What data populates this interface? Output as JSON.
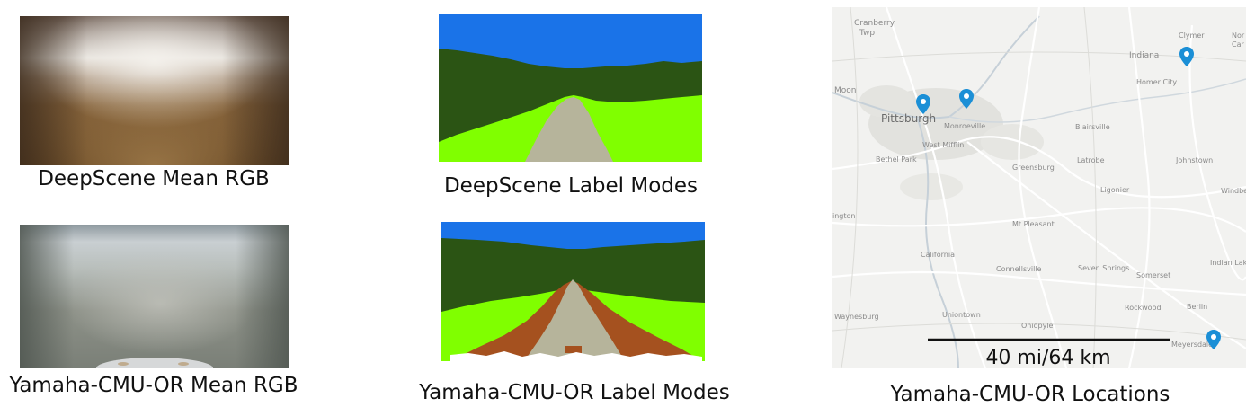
{
  "captions": {
    "deepscene_mean_rgb": "DeepScene Mean RGB",
    "deepscene_label_modes": "DeepScene Label Modes",
    "yamaha_mean_rgb": "Yamaha-CMU-OR Mean RGB",
    "yamaha_label_modes": "Yamaha-CMU-OR Label Modes",
    "yamaha_locations": "Yamaha-CMU-OR Locations"
  },
  "map": {
    "scale_label": "40 mi/64 km",
    "towns": {
      "cranberry": "Cranberry",
      "twp": "Twp",
      "clymer": "Clymer",
      "nor": "Nor",
      "car": "Car",
      "indiana": "Indiana",
      "homer_city": "Homer City",
      "moon": "Moon",
      "pittsburgh": "Pittsburgh",
      "monroeville": "Monroeville",
      "blairsville": "Blairsville",
      "west_mifflin": "West Mifflin",
      "bethel_park": "Bethel Park",
      "latrobe": "Latrobe",
      "johnstown": "Johnstown",
      "greensburg": "Greensburg",
      "ligonier": "Ligonier",
      "windber": "Windber",
      "ington": "ington",
      "mt_pleasant": "Mt Pleasant",
      "california": "California",
      "connellsville": "Connellsville",
      "seven_springs": "Seven Springs",
      "somerset": "Somerset",
      "indian_lake": "Indian Lak",
      "waynesburg": "Waynesburg",
      "uniontown": "Uniontown",
      "ohiopyle": "Ohiopyle",
      "rockwood": "Rockwood",
      "berlin": "Berlin",
      "meyersdale": "Meyersdale"
    }
  },
  "colors": {
    "sky": "#1a73e8",
    "forest": "#2b5414",
    "grass": "#80ff00",
    "road": "#b6b49b",
    "dirt": "#a5511f",
    "marker": "#1b8fd6"
  }
}
